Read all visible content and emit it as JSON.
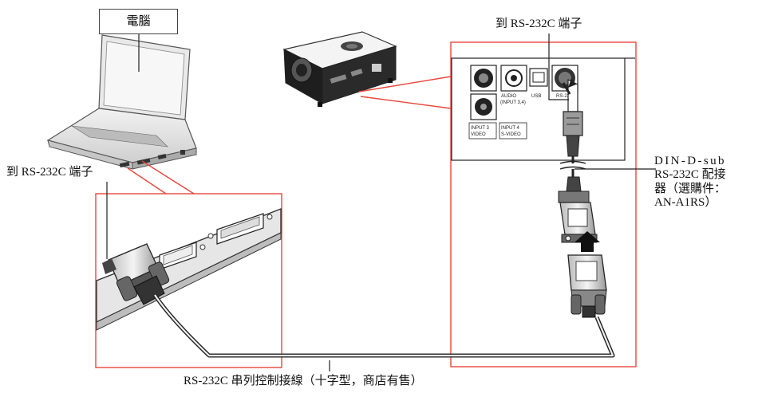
{
  "labels": {
    "computer": "電腦",
    "port_top": "到 RS-232C 端子",
    "port_left": "到 RS-232C 端子",
    "adapter": [
      "DIN-D-sub",
      "RS-232C 配接",
      "器（選購件：",
      "AN-A1RS）"
    ],
    "cable": "RS-232C 串列控制接線（十字型，商店有售）"
  },
  "panel_text": {
    "audio": "AUDIO",
    "audio_sub": "(INPUT 3,4)",
    "usb": "USB",
    "rs232c": "RS-232C",
    "input3": "INPUT 3",
    "video": "VIDEO",
    "input4": "INPUT 4",
    "svideo": "S-VIDEO"
  },
  "colors": {
    "callout": "#e8473c",
    "line": "#222222",
    "device": "#dddddd"
  }
}
